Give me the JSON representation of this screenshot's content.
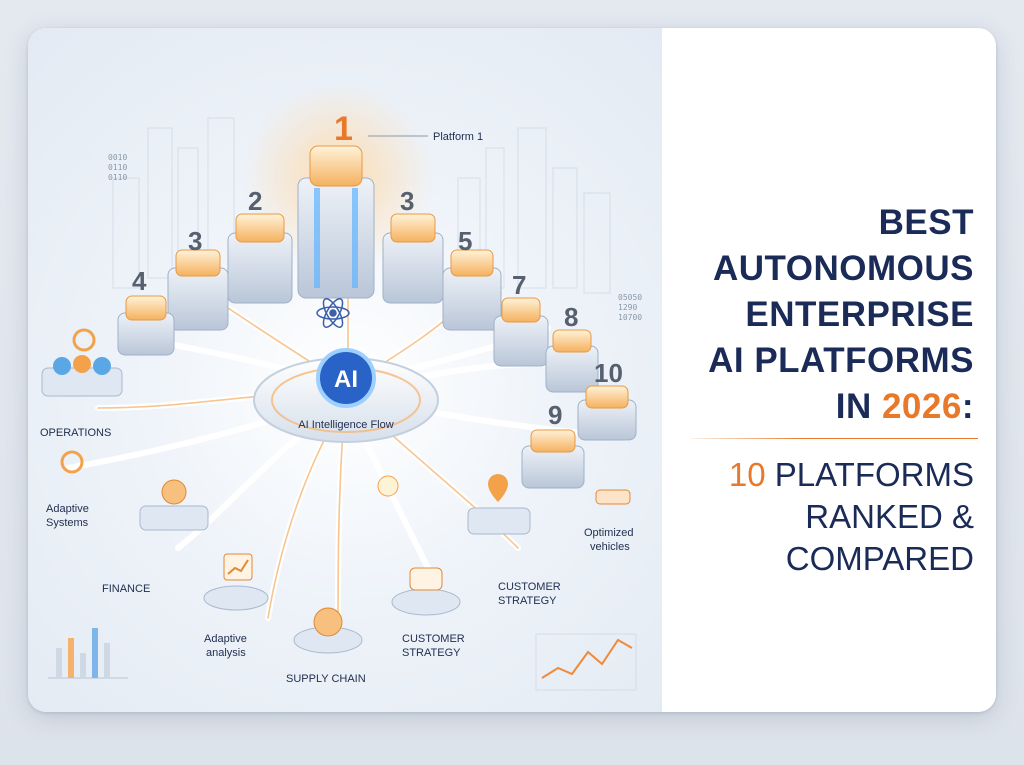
{
  "headline": {
    "line1": "BEST",
    "line2": "AUTONOMOUS",
    "line3": "ENTERPRISE",
    "line4": "AI PLATFORMS",
    "line5_prefix": "IN ",
    "line5_year": "2026",
    "line5_suffix": ":"
  },
  "subheadline": {
    "line1_number": "10",
    "line1_rest": " PLATFORMS",
    "line2": "RANKED &",
    "line3": "COMPARED"
  },
  "illustration": {
    "hub_label": "AI",
    "hub_caption": "AI Intelligence Flow",
    "callout": "Platform 1",
    "platform_numbers": [
      "1",
      "2",
      "3",
      "3",
      "4",
      "5",
      "7",
      "8",
      "10",
      "9"
    ],
    "labels": {
      "operations": "OPERATIONS",
      "adaptive_systems_1": "Adaptive",
      "adaptive_systems_2": "Systems",
      "finance": "FINANCE",
      "adaptive_analysis_1": "Adaptive",
      "adaptive_analysis_2": "analysis",
      "supply_chain": "SUPPLY CHAIN",
      "customer_strategy_a1": "CUSTOMER",
      "customer_strategy_a2": "STRATEGY",
      "customer_strategy_b1": "CUSTOMER",
      "customer_strategy_b2": "STRATEGY",
      "optimized_1": "Optimized",
      "optimized_2": "vehicles"
    },
    "binary_left": [
      "0010",
      "0110",
      "0110"
    ],
    "binary_right": [
      "05050",
      "1290",
      "10700"
    ]
  },
  "colors": {
    "navy": "#1b2b57",
    "accent_orange": "#e8792b",
    "glow_blue": "#4aa8ff"
  }
}
